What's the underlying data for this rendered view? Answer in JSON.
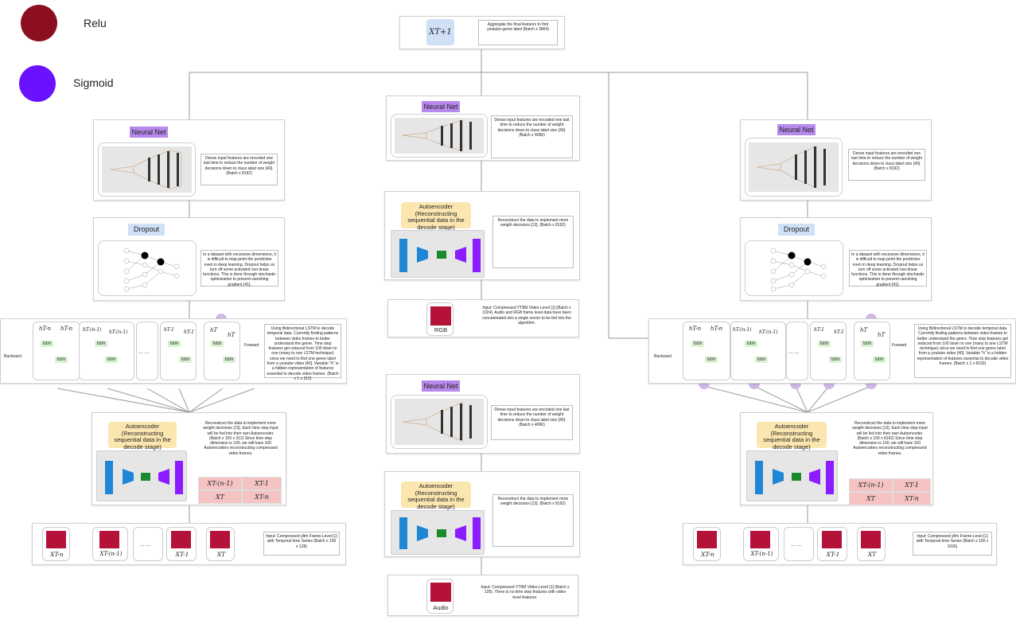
{
  "legend": {
    "relu": {
      "label": "Relu",
      "color": "#8b0f20"
    },
    "sigmoid": {
      "label": "Sigmoid",
      "color": "#6a12ff"
    }
  },
  "top": {
    "node_label": "X_{T+1}",
    "node_text": "XT+1",
    "description": "Aggregate the final features to find youtube genre label (Batch x 3864)"
  },
  "labels": {
    "neural_net": "Neural Net",
    "dropout": "Dropout",
    "autoencoder": "Autoencoder (Reconstructing sequential data in the decode stage)",
    "lstm": "lstm",
    "forward": "Forward",
    "backward": "Backward",
    "dots": "... ...",
    "rgb": "RGB",
    "audio": "Audio"
  },
  "left_column": {
    "nn_desc": "Dense input features are encoded one last time to reduce the number of weight decisions down to class label size [40]. (Batch x 8192)",
    "dropout_desc": "In a dataset with excessive dimensions, it is difficult to map point the prediction even in deep learning. Dropout helps us turn off some activated non-linear functions. This is done through stochastic optimization to prevent vanishing gradient [41].",
    "lstm_desc": "Using Bidirectional LSTM to decode temporal data. Currently finding patterns between video frames to better understand the genre. Time step features get reduced from 100 down to one (many to one LSTM technique) since we need to find one genre label from a youtube video [40]. Variable \"h\" is a hidden representation of features essential to decode video frames. (Batch x 1 x 312)",
    "ae_desc": "Reconstruct the data to implement more weight decisions [13]. Each time step input will be fed into their own Autoencoder. (Batch x 100 x 312) Since time step dimension is 100, we will have 100 Autoencoders reconstructing compressed video frames.",
    "input_desc": "Input: Compressed y8m Frame-Level [1] with Temporal time Series (Batch x 100 x 128)",
    "h_labels": [
      "hT-n",
      "hT-n",
      "hT-(n-1)",
      "hT-(n-1)",
      "hT-1",
      "hT-1",
      "hT",
      "hT"
    ],
    "table": [
      "XT-(n-1)",
      "XT-1",
      "XT",
      "XT-n"
    ],
    "frame_labels": [
      "XT-n",
      "XT-(n-1)",
      "XT-1",
      "XT"
    ]
  },
  "center_column": {
    "nn1_desc": "Dense input features are encoded one last time to reduce the number of weight decisions down to class label size [40]. (Batch x 4096)",
    "ae1_desc": "Reconstruct the data to implement more weight decisions [13]. (Batch x 8192)",
    "rgb_desc": "Input: Compressed YT8M Video-Level [1] (Batch x 1024). Audio and RGB frame level data have been concatenated into a single vector to be fed into the algorithm.",
    "nn2_desc": "Dense input features are encoded one last time to reduce the number of weight decisions down to class label size [40]. (Batch x 4096)",
    "ae2_desc": "Reconstruct the data to implement more weight decisions [13]. (Batch x 8192)",
    "audio_desc": "Input: Compressed YT8M Video-Level [1] (Batch x 128). There is no time step features with video level features."
  },
  "right_column": {
    "nn_desc": "Dense input features are encoded one last time to reduce the number of weight decisions down to class label size [40]. (Batch x 8192)",
    "dropout_desc": "In a dataset with excessive dimensions, it is difficult to map point the prediction even in deep learning. Dropout helps us turn off some activated non-linear functions. This is done through stochastic optimization to prevent vanishing gradient [41].",
    "lstm_desc": "Using Bidirectional LSTM to decode temporal data. Currently finding patterns between video frames to better understand the genre. Time step features get reduced from 100 down to one (many to one LSTM technique) since we need to find one genre label from a youtube video [40]. Variable \"h\" is a hidden representation of features essential to decode video frames. (Batch x 1 x 8192)",
    "ae_desc": "Reconstruct the data to implement more weight decisions [13]. Each time step input will be fed into their own Autoencoder. (Batch x 100 x 8192) Since time step dimension is 100, we will have 100 Autoencoders reconstructing compressed video frames.",
    "input_desc": "Input: Compressed y8m Frame-Level [1] with Temporal time Series (Batch x 100 x 1026)",
    "h_labels": [
      "hT-n",
      "hT-n",
      "hT-(n-1)",
      "hT-(n-1)",
      "hT-1",
      "hT-1",
      "hT",
      "hT"
    ],
    "table": [
      "XT-(n-1)",
      "XT-1",
      "XT",
      "XT-n"
    ],
    "frame_labels": [
      "XT-n",
      "XT-(n-1)",
      "XT-1",
      "XT"
    ]
  },
  "colors": {
    "neural_net_label": "#b889ec",
    "dropout_label": "#cfe0f7",
    "autoencoder_label": "#fbe6b0",
    "lstm_box": "#d9f3d3",
    "frame_tile": "#b5123a",
    "table_cell": "#f6c3c3",
    "ae_blue": "#1f86d6",
    "ae_purple": "#8a1cff",
    "ae_green": "#1a8a2c",
    "node_top": "#cfe0f7"
  }
}
